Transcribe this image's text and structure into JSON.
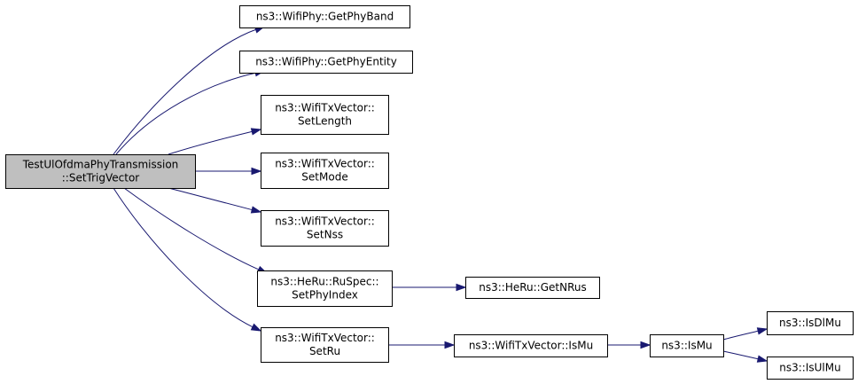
{
  "diagram": {
    "colors": {
      "edge": "#191970",
      "root_fill": "#bfbfbf",
      "node_fill": "#ffffff",
      "node_border": "#000000"
    },
    "nodes": [
      {
        "id": "root",
        "lines": [
          "TestUlOfdmaPhyTransmission",
          "::SetTrigVector"
        ]
      },
      {
        "id": "getphyband",
        "lines": [
          "ns3::WifiPhy::GetPhyBand"
        ]
      },
      {
        "id": "getphyentity",
        "lines": [
          "ns3::WifiPhy::GetPhyEntity"
        ]
      },
      {
        "id": "setlength",
        "lines": [
          "ns3::WifiTxVector::",
          "SetLength"
        ]
      },
      {
        "id": "setmode",
        "lines": [
          "ns3::WifiTxVector::",
          "SetMode"
        ]
      },
      {
        "id": "setnss",
        "lines": [
          "ns3::WifiTxVector::",
          "SetNss"
        ]
      },
      {
        "id": "setphyindex",
        "lines": [
          "ns3::HeRu::RuSpec::",
          "SetPhyIndex"
        ]
      },
      {
        "id": "setru",
        "lines": [
          "ns3::WifiTxVector::",
          "SetRu"
        ]
      },
      {
        "id": "getnrus",
        "lines": [
          "ns3::HeRu::GetNRus"
        ]
      },
      {
        "id": "txismu",
        "lines": [
          "ns3::WifiTxVector::IsMu"
        ]
      },
      {
        "id": "ismu",
        "lines": [
          "ns3::IsMu"
        ]
      },
      {
        "id": "isdlmu",
        "lines": [
          "ns3::IsDlMu"
        ]
      },
      {
        "id": "isulmu",
        "lines": [
          "ns3::IsUlMu"
        ]
      }
    ],
    "edges": [
      {
        "from": "root",
        "to": "getphyband"
      },
      {
        "from": "root",
        "to": "getphyentity"
      },
      {
        "from": "root",
        "to": "setlength"
      },
      {
        "from": "root",
        "to": "setmode"
      },
      {
        "from": "root",
        "to": "setnss"
      },
      {
        "from": "root",
        "to": "setphyindex"
      },
      {
        "from": "root",
        "to": "setru"
      },
      {
        "from": "setphyindex",
        "to": "getnrus"
      },
      {
        "from": "setru",
        "to": "txismu"
      },
      {
        "from": "txismu",
        "to": "ismu"
      },
      {
        "from": "ismu",
        "to": "isdlmu"
      },
      {
        "from": "ismu",
        "to": "isulmu"
      }
    ]
  }
}
